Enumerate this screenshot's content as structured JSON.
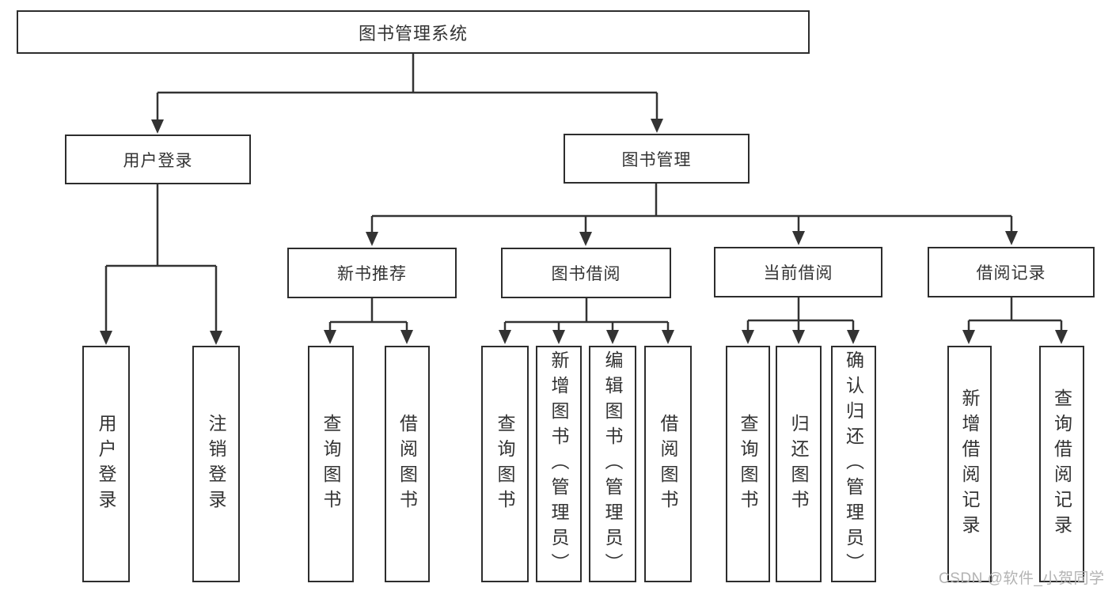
{
  "diagram": {
    "root": {
      "label": "图书管理系统"
    },
    "branches": [
      {
        "label": "用户登录",
        "children": [
          {
            "label": "用户登录"
          },
          {
            "label": "注销登录"
          }
        ]
      },
      {
        "label": "图书管理",
        "children": [
          {
            "label": "新书推荐",
            "children": [
              {
                "label": "查询图书"
              },
              {
                "label": "借阅图书"
              }
            ]
          },
          {
            "label": "图书借阅",
            "children": [
              {
                "label": "查询图书"
              },
              {
                "label": "新增图书（管理员）"
              },
              {
                "label": "编辑图书（管理员）"
              },
              {
                "label": "借阅图书"
              }
            ]
          },
          {
            "label": "当前借阅",
            "children": [
              {
                "label": "查询图书"
              },
              {
                "label": "归还图书"
              },
              {
                "label": "确认归还（管理员）"
              }
            ]
          },
          {
            "label": "借阅记录",
            "children": [
              {
                "label": "新增借阅记录"
              },
              {
                "label": "查询借阅记录"
              }
            ]
          }
        ]
      }
    ]
  },
  "watermark": "CSDN @软件_小贺同学",
  "colors": {
    "line": "#333333",
    "border": "#2d2d2d",
    "fill": "#ffffff",
    "text": "#333333",
    "watermark": "#b3b3b3",
    "background": "#ffffff"
  }
}
